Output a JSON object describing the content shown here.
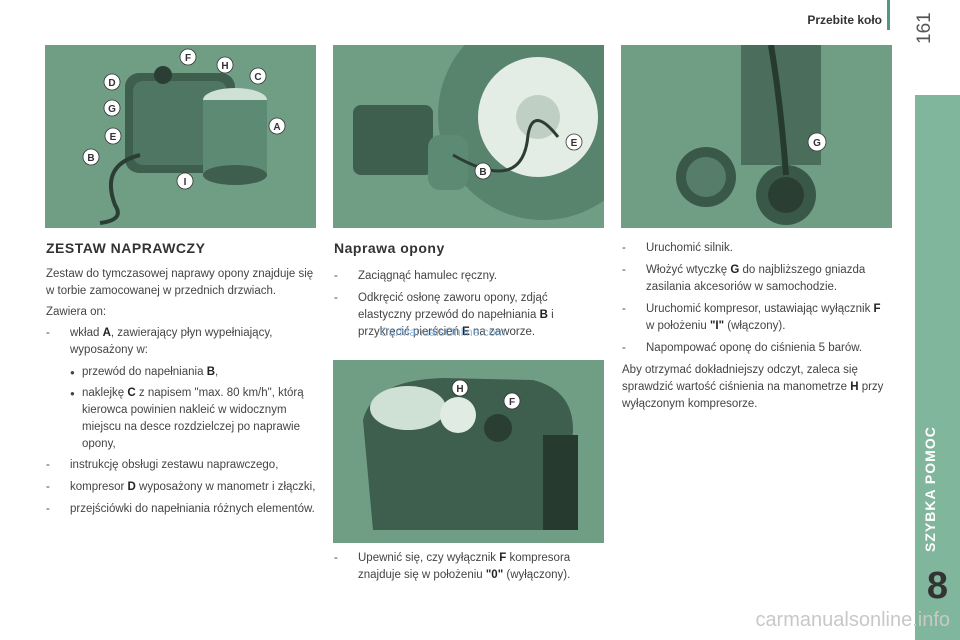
{
  "header": {
    "title": "Przebite koło",
    "page_number": "161",
    "side_label": "SZYBKA POMOC",
    "chapter": "8"
  },
  "images": {
    "img1": {
      "callouts": [
        "F",
        "H",
        "C",
        "D",
        "G",
        "A",
        "E",
        "B",
        "I"
      ]
    },
    "img2": {
      "callouts": [
        "E",
        "B"
      ]
    },
    "img3": {
      "callouts": [
        "G"
      ]
    },
    "img4": {
      "callouts": [
        "H",
        "F"
      ]
    }
  },
  "col1": {
    "heading": "ZESTAW NAPRAWCZY",
    "intro": "Zestaw do tymczasowej naprawy opony znajduje się w torbie zamocowanej w przednich drzwiach.",
    "contains": "Zawiera on:",
    "items": [
      {
        "pre": "wkład ",
        "b": "A",
        "post": ", zawierający płyn wypełniający, wyposażony w:"
      },
      {
        "pre": "instrukcję obsługi zestawu naprawczego,",
        "b": "",
        "post": ""
      },
      {
        "pre": "kompresor ",
        "b": "D",
        "post": " wyposażony w manometr i złączki,"
      },
      {
        "pre": "przejściówki do napełniania różnych elementów.",
        "b": "",
        "post": ""
      }
    ],
    "subitems": [
      {
        "pre": "przewód do napełniania ",
        "b": "B",
        "post": ","
      },
      {
        "pre": "naklejkę ",
        "b": "C",
        "post": " z napisem \"max. 80 km/h\", którą kierowca powinien nakleić w widocznym miejscu na desce rozdzielczej po naprawie opony,"
      }
    ]
  },
  "col2": {
    "heading": "Naprawa opony",
    "items": [
      {
        "pre": "Zaciągnąć hamulec ręczny.",
        "b1": "",
        "mid": "",
        "b2": "",
        "post": ""
      },
      {
        "pre": "Odkręcić osłonę zaworu opony, zdjąć elastyczny przewód do napełniania ",
        "b1": "B",
        "mid": " i przykręcić pierścień ",
        "b2": "E",
        "post": " na zaworze."
      }
    ],
    "bottom_item": {
      "pre": "Upewnić się, czy wyłącznik ",
      "b1": "F",
      "mid": " kompresora znajduje się w położeniu ",
      "b2": "\"0\"",
      "post": " (wyłączony)."
    }
  },
  "col3": {
    "items": [
      {
        "pre": "Uruchomić silnik.",
        "b": "",
        "post": ""
      },
      {
        "pre": "Włożyć wtyczkę ",
        "b": "G",
        "post": " do najbliższego gniazda zasilania akcesoriów w samochodzie."
      },
      {
        "pre": "Uruchomić kompresor, ustawiając wyłącznik ",
        "b": "F",
        "mid": " w położeniu ",
        "b2": "\"I\"",
        "post": " (włączony)."
      },
      {
        "pre": "Napompować oponę do ciśnienia 5 barów.",
        "b": "",
        "post": ""
      }
    ],
    "para": {
      "pre": "Aby otrzymać dokładniejszy odczyt, zaleca się sprawdzić wartość ciśnienia na manometrze ",
      "b": "H",
      "post": " przy wyłączonym kompresorze."
    }
  },
  "watermark": "CarManualsOnline.com",
  "footer_mark": "carmanualsonline.info",
  "colors": {
    "accent": "#80b79c",
    "image_bg": "#6f9e85",
    "callout": "#ffffff"
  }
}
